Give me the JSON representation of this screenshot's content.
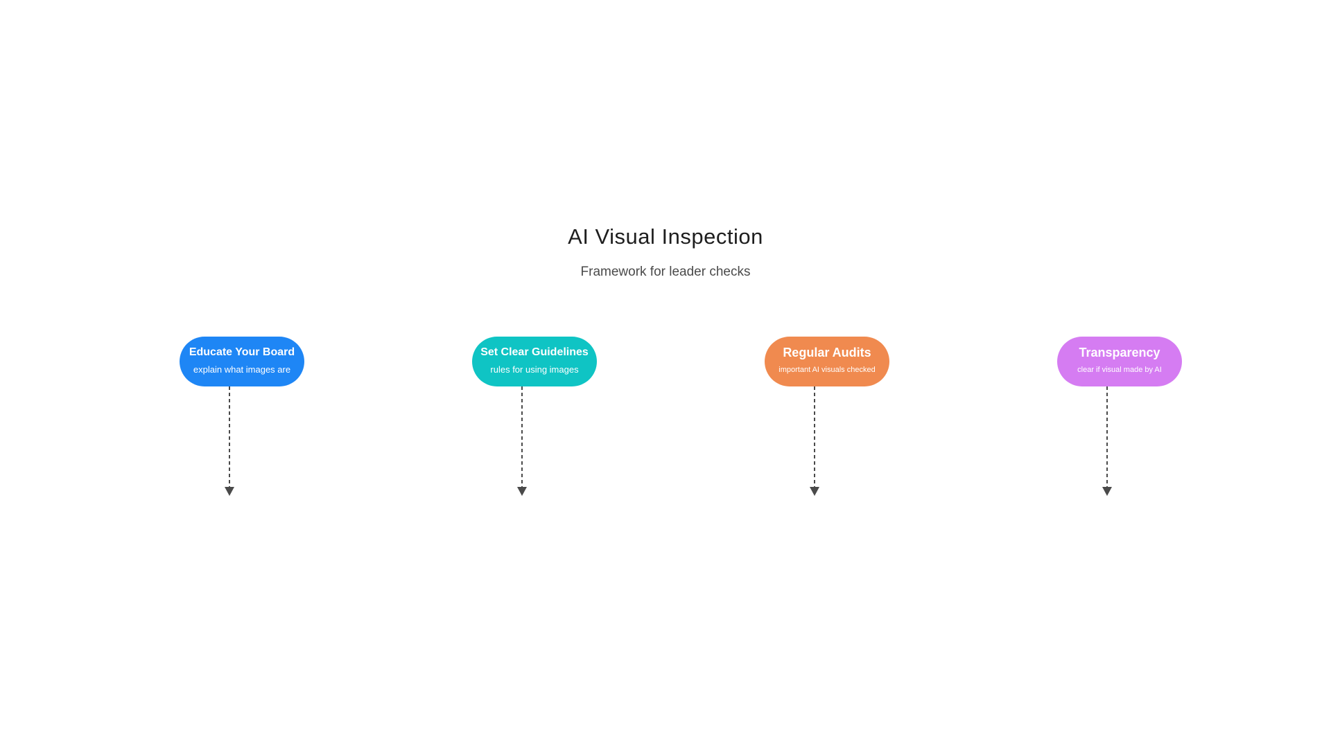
{
  "diagram": {
    "title": "AI Visual Inspection",
    "subtitle": "Framework for leader checks",
    "nodes": [
      {
        "title": "Educate Your Board",
        "subtitle": "explain what images are",
        "color": "#1e86f5"
      },
      {
        "title": "Set Clear Guidelines",
        "subtitle": "rules for using images",
        "color": "#0fc4c4"
      },
      {
        "title": "Regular Audits",
        "subtitle": "important AI visuals checked",
        "color": "#f08a4f"
      },
      {
        "title": "Transparency",
        "subtitle": "clear if visual made by AI",
        "color": "#d57cf2"
      }
    ],
    "connector_color": "#4a4a4a"
  }
}
